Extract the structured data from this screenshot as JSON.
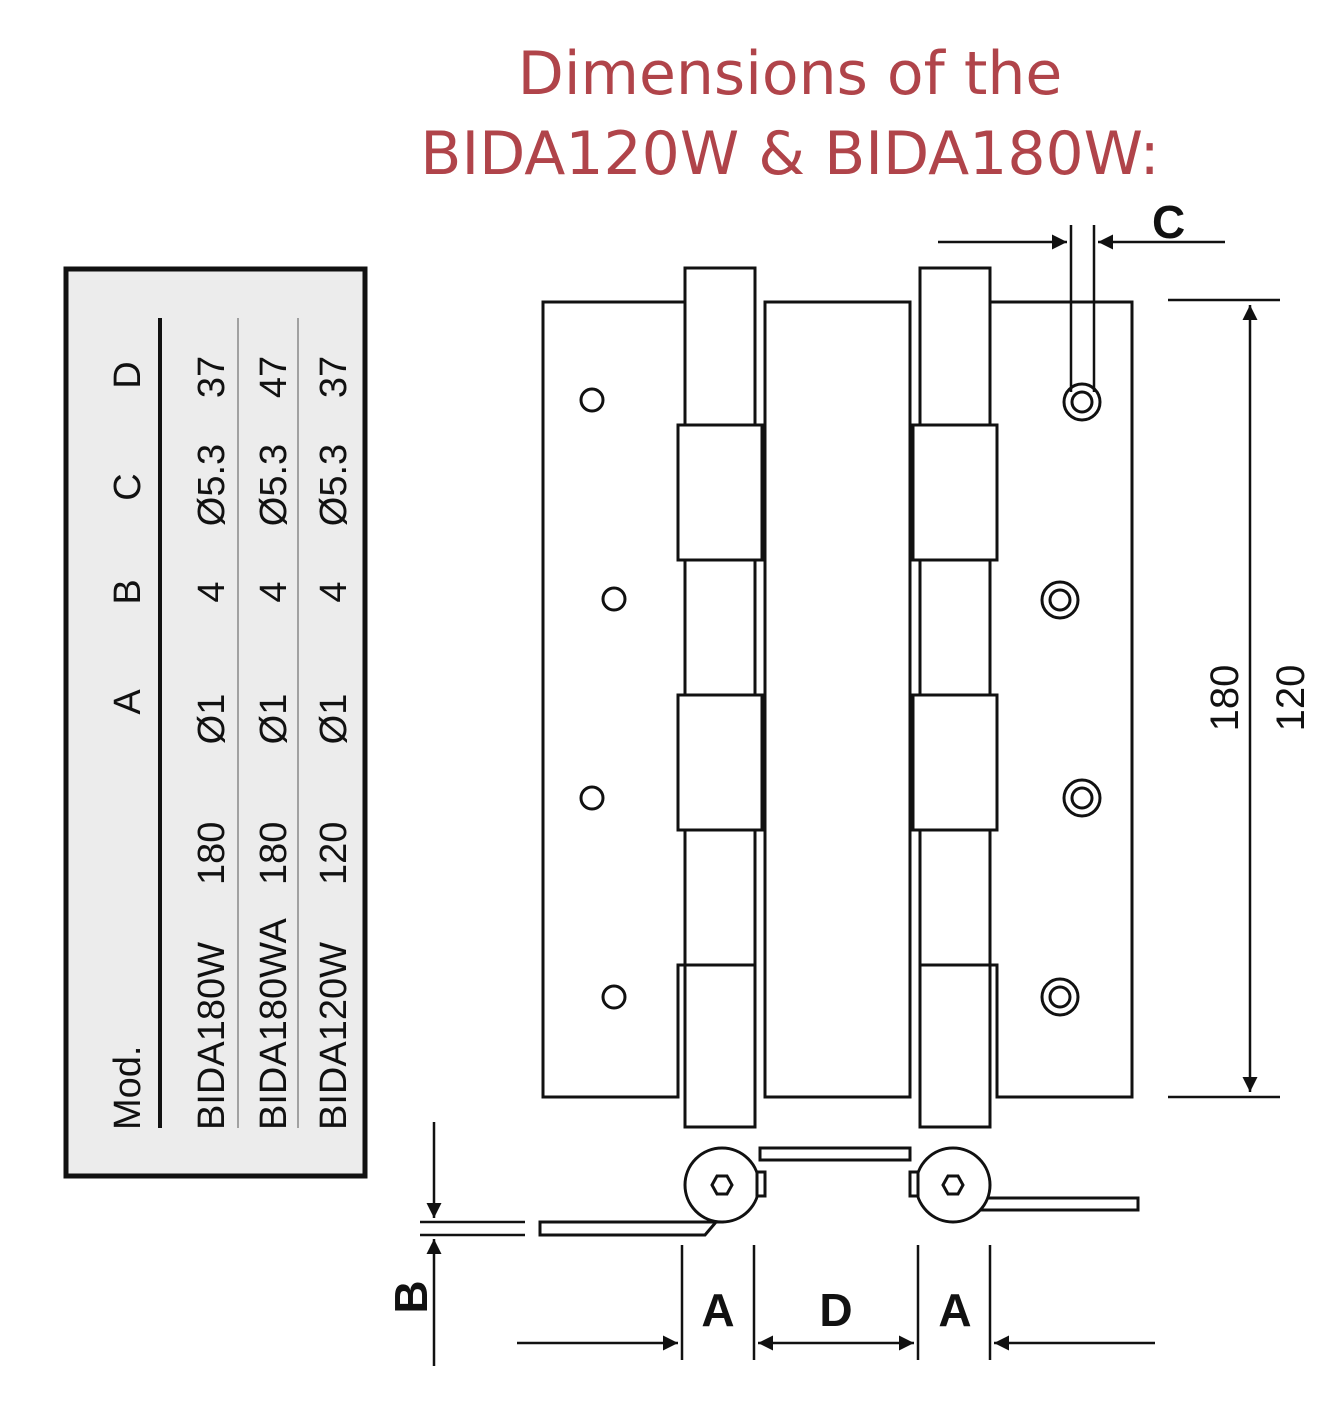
{
  "title": {
    "line1": "Dimensions of the",
    "line2": "BIDA120W & BIDA180W:"
  },
  "table": {
    "headers": [
      "Mod.",
      "A",
      "B",
      "C",
      "D"
    ],
    "rows": [
      [
        "BIDA180W",
        "180",
        "Ø1",
        "4",
        "Ø5.3",
        "37"
      ],
      [
        "BIDA180WA",
        "180",
        "Ø1",
        "4",
        "Ø5.3",
        "47"
      ],
      [
        "BIDA120W",
        "120",
        "Ø1",
        "4",
        "Ø5.3",
        "37"
      ]
    ]
  },
  "dimensions": {
    "label_a_left": "A",
    "label_d": "D",
    "label_a_right": "A",
    "label_b": "B",
    "label_c": "C",
    "height_1": "180",
    "height_2": "120"
  },
  "colors": {
    "title": "#b0444a",
    "line": "#111111",
    "table_bg": "#ececec"
  }
}
